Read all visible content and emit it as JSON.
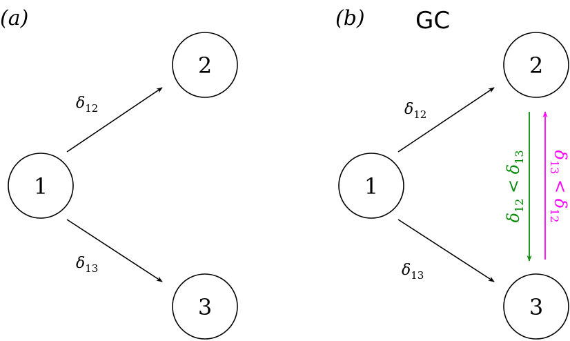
{
  "panel_a": {
    "label": "(a)",
    "nodes": {
      "n1": "1",
      "n2": "2",
      "n3": "3"
    },
    "edge_12_label_base": "δ",
    "edge_12_label_sub": "12",
    "edge_13_label_base": "δ",
    "edge_13_label_sub": "13"
  },
  "panel_b": {
    "label": "(b)",
    "title": "GC",
    "nodes": {
      "n1": "1",
      "n2": "2",
      "n3": "3"
    },
    "edge_12_label_base": "δ",
    "edge_12_label_sub": "12",
    "edge_13_label_base": "δ",
    "edge_13_label_sub": "13",
    "condition_down": {
      "lhs": "δ",
      "lhs_sub": "12",
      "op": " < ",
      "rhs": "δ",
      "rhs_sub": "13",
      "color": "#0a8a0a"
    },
    "condition_up": {
      "lhs": "δ",
      "lhs_sub": "13",
      "op": " < ",
      "rhs": "δ",
      "rhs_sub": "12",
      "color": "#ff00ff"
    }
  }
}
